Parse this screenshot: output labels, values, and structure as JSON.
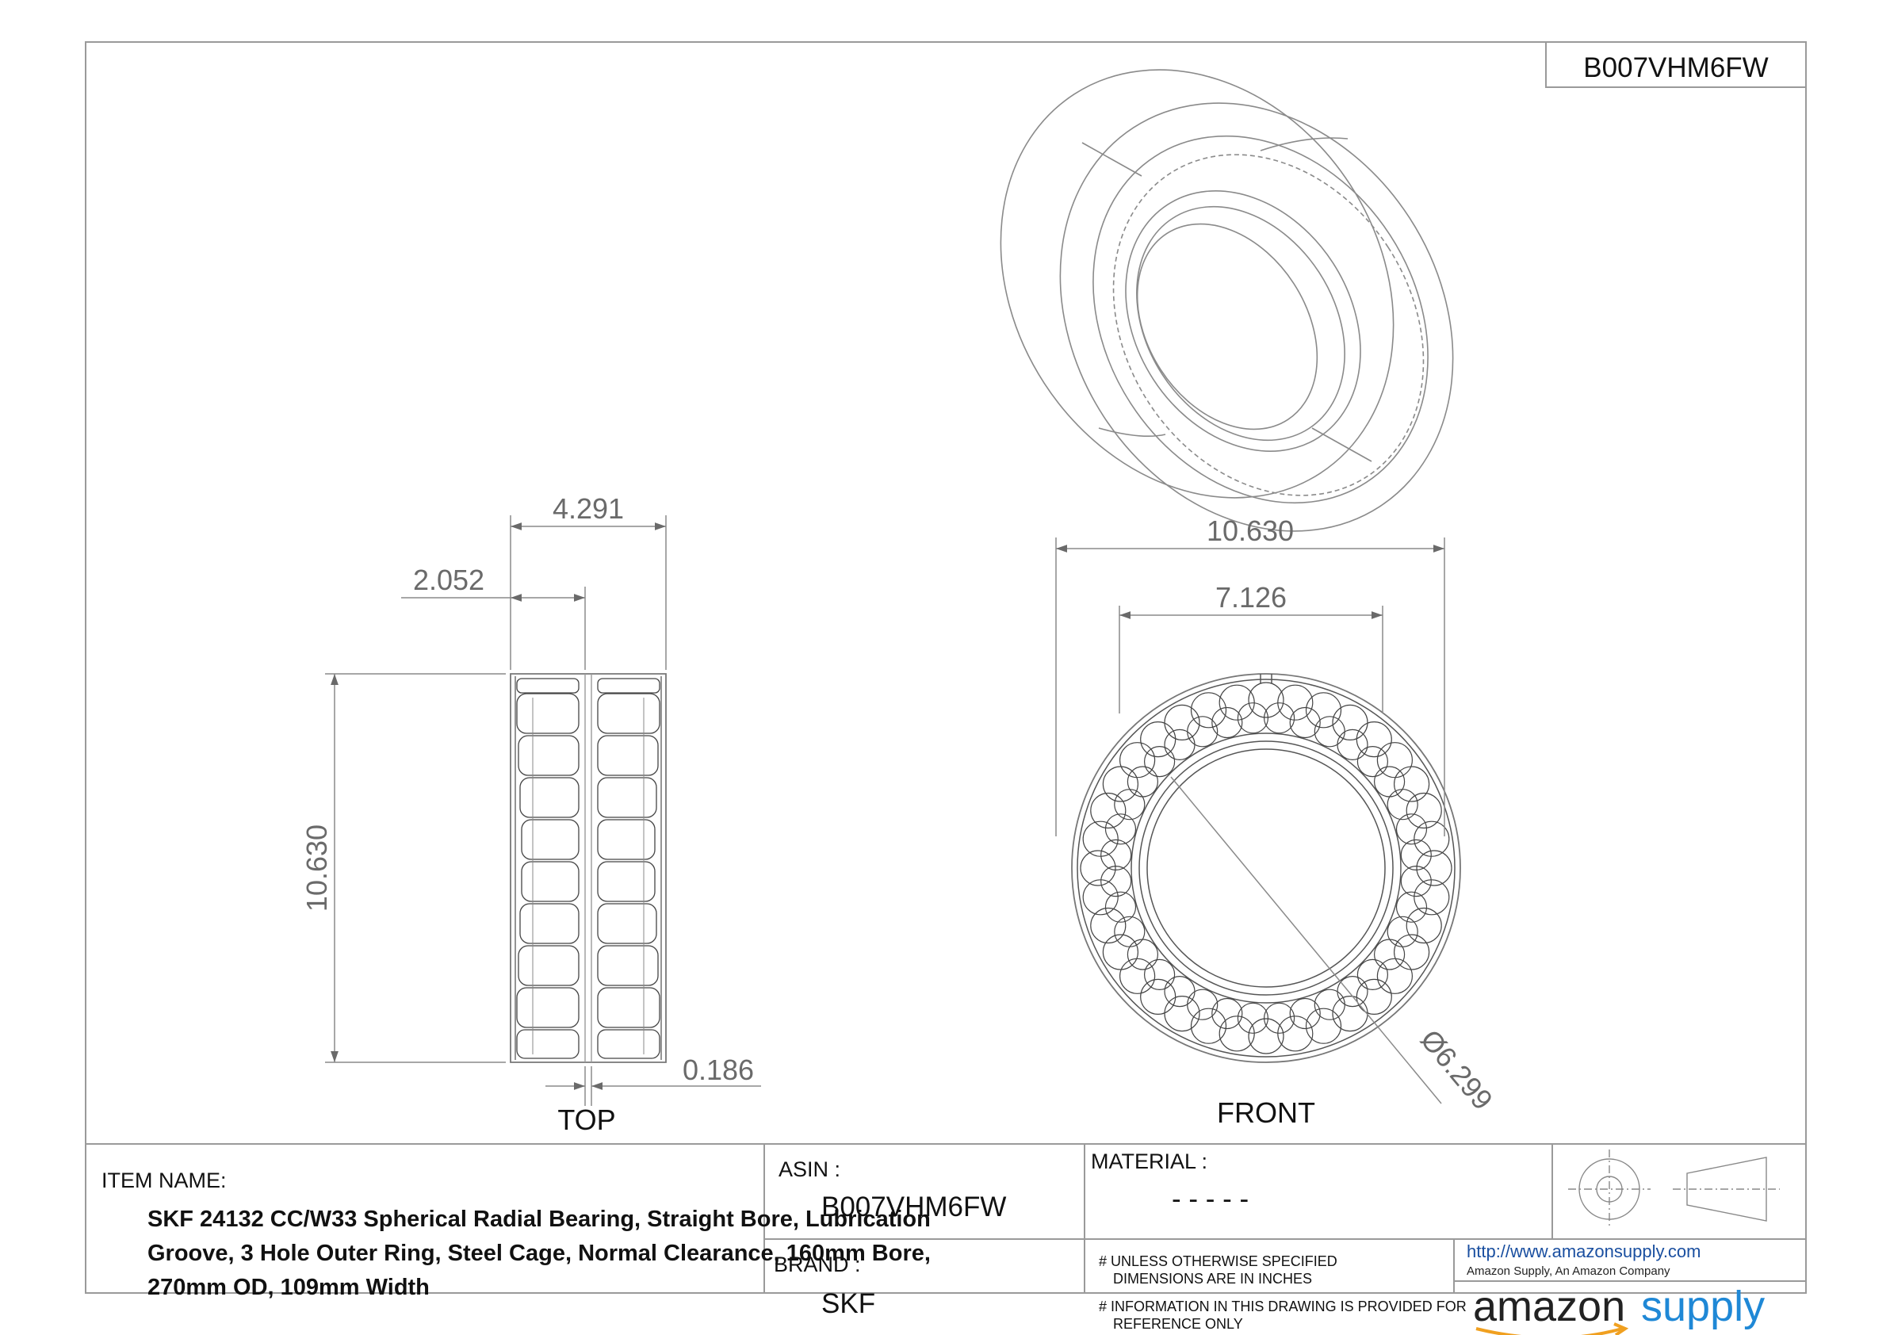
{
  "drawing": {
    "part_number": "B007VHM6FW",
    "views": {
      "top": "TOP",
      "front": "FRONT"
    },
    "dimensions": {
      "top_width": "4.291",
      "top_half_width": "2.052",
      "top_height": "10.630",
      "top_groove": "0.186",
      "front_outer_diameter": "10.630",
      "front_inner_width": "7.126",
      "front_bore": "Ø6.299"
    }
  },
  "title_block": {
    "item_name_label": "ITEM NAME:",
    "item_name_lines": [
      "SKF 24132 CC/W33 Spherical Radial Bearing, Straight Bore, Lubrication",
      "Groove, 3 Hole Outer Ring, Steel Cage, Normal Clearance, 160mm Bore,",
      "270mm OD, 109mm Width"
    ],
    "asin_label": "ASIN :",
    "asin_value": "B007VHM6FW",
    "brand_label": "BRAND :",
    "brand_value": "SKF",
    "material_label": "MATERIAL :",
    "material_value": "- - - - -",
    "note_units_1": "# UNLESS OTHERWISE SPECIFIED",
    "note_units_2": "DIMENSIONS ARE IN INCHES",
    "note_info_1": "# INFORMATION IN THIS DRAWING IS PROVIDED FOR",
    "note_info_2": "REFERENCE ONLY",
    "url": "http://www.amazonsupply.com",
    "company": "Amazon Supply, An Amazon Company",
    "logo_word_1": "amazon",
    "logo_word_2": "supply",
    "logo_color_dark": "#222222",
    "logo_color_accent": "#1f88d6",
    "projection_symbol": "third-angle-projection-icon"
  }
}
